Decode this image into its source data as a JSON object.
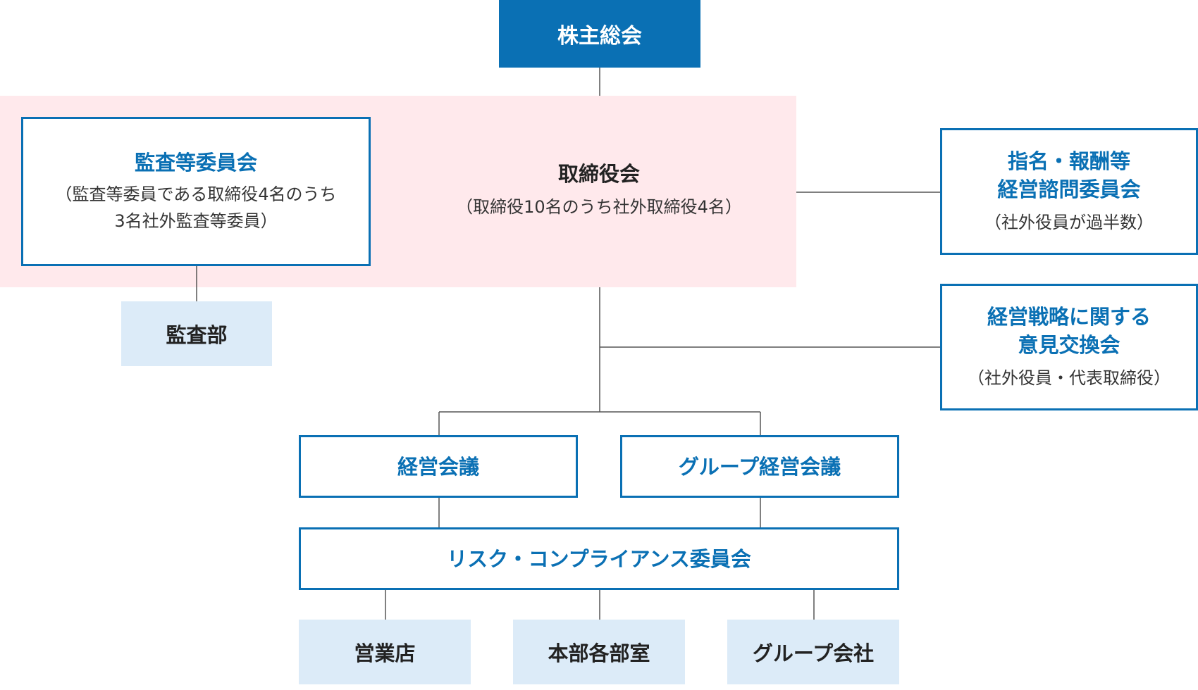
{
  "shareholders": {
    "label": "株主総会"
  },
  "board": {
    "title": "取締役会",
    "note": "（取締役10名のうち社外取締役4名）"
  },
  "audit_committee": {
    "title": "監査等委員会",
    "note_line1": "（監査等委員である取締役4名のうち",
    "note_line2": "3名社外監査等委員）"
  },
  "audit_dept": {
    "label": "監査部"
  },
  "nomination_committee": {
    "title_line1": "指名・報酬等",
    "title_line2": "経営諮問委員会",
    "note": "（社外役員が過半数）"
  },
  "strategy_meeting": {
    "title_line1": "経営戦略に関する",
    "title_line2": "意見交換会",
    "note": "（社外役員・代表取締役）"
  },
  "management_meeting": {
    "label": "経営会議"
  },
  "group_management_meeting": {
    "label": "グループ経営会議"
  },
  "risk_committee": {
    "label": "リスク・コンプライアンス委員会"
  },
  "branches": {
    "label": "営業店"
  },
  "hq_departments": {
    "label": "本部各部室"
  },
  "group_companies": {
    "label": "グループ会社"
  },
  "colors": {
    "primary": "#0a70b4",
    "light_fill": "#dcebf8",
    "board_area": "#ffe9ec",
    "line": "#555555"
  }
}
